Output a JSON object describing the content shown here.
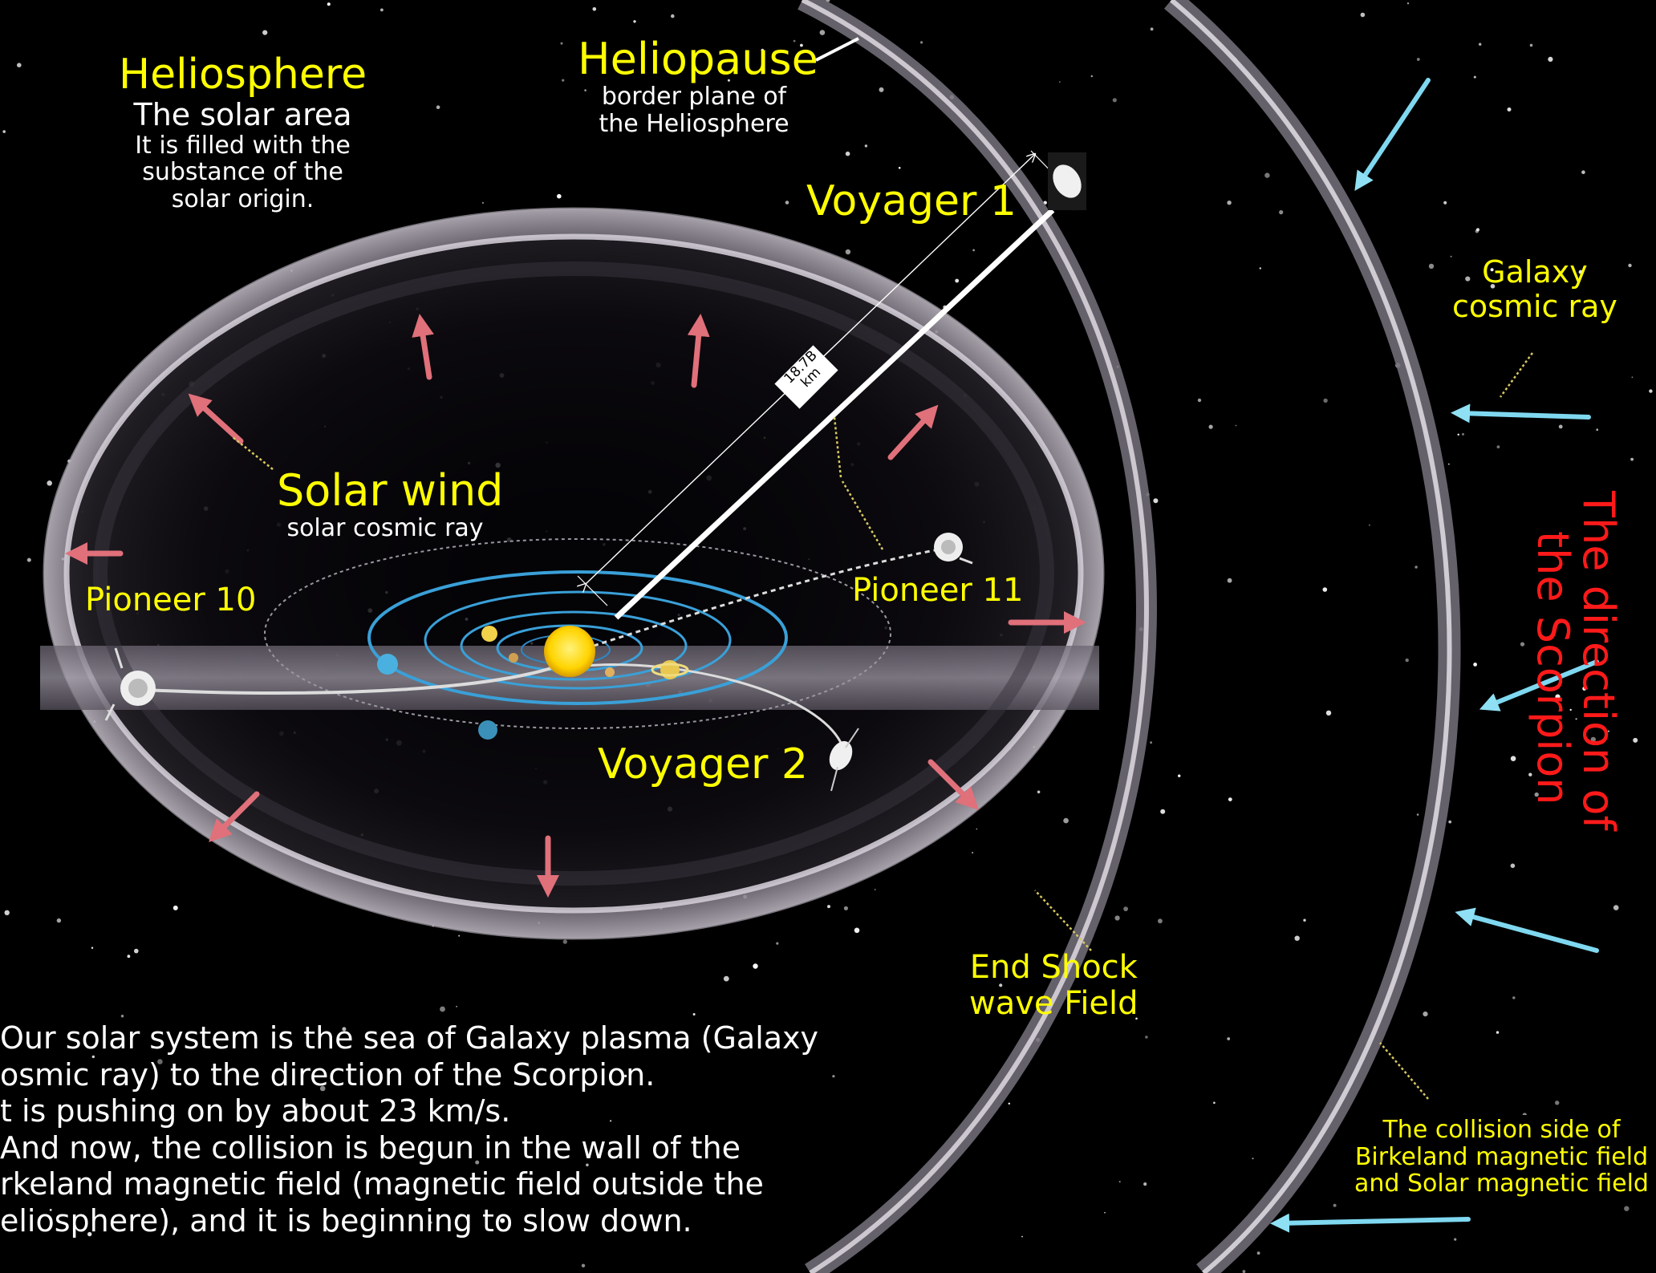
{
  "colors": {
    "highlight_text": "#ffff00",
    "body_text": "#ffffff",
    "direction_text": "#ff1a1a",
    "solar_wind_arrow": "#e0707a",
    "galaxy_ray_arrow": "#7fd8f0",
    "sun": "#ffd400"
  },
  "heliosphere": {
    "title": "Heliosphere",
    "subtitle": "The solar area",
    "desc_lines": [
      "It is filled with the",
      "substance of the",
      "solar origin."
    ]
  },
  "heliopause": {
    "title": "Heliopause",
    "desc_lines": [
      "border plane of",
      "the Heliosphere"
    ]
  },
  "spacecraft": {
    "voyager1": "Voyager 1",
    "voyager2": "Voyager 2",
    "pioneer10": "Pioneer 10",
    "pioneer11": "Pioneer 11"
  },
  "distance": {
    "value": "18.7B",
    "unit": "km"
  },
  "solar_wind": {
    "title": "Solar wind",
    "subtitle": "solar cosmic ray"
  },
  "galaxy_ray": {
    "lines": [
      "Galaxy",
      "cosmic ray"
    ]
  },
  "end_shock": {
    "lines": [
      "End Shock",
      "wave Field"
    ]
  },
  "direction": {
    "lines": [
      "The direction of",
      "the Scorpion"
    ]
  },
  "collision": {
    "lines": [
      "The collision side of",
      "Birkeland magnetic field",
      "and Solar magnetic field"
    ]
  },
  "description": {
    "lines": [
      "Our solar system is the sea of Galaxy plasma (Galaxy",
      "osmic ray) to the direction of the Scorpion.",
      "t is pushing on by about 23 km/s.",
      "And now, the collision is begun in the wall of the",
      "rkeland magnetic field (magnetic field outside the",
      "eliosphere), and it is beginning to slow down."
    ]
  }
}
